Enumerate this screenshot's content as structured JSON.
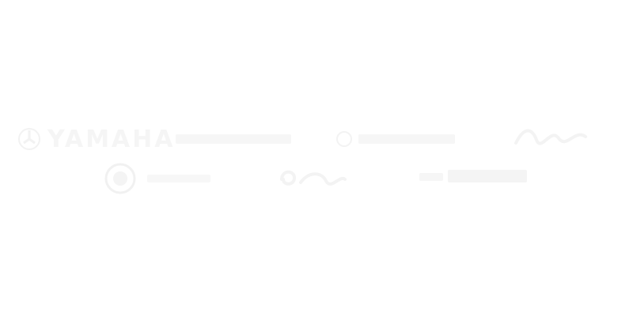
{
  "logos": {
    "yamaha": {
      "name": "YAMAHA",
      "icon": "yamaha-tuning-forks-icon"
    },
    "logo_2": {
      "name": "",
      "icon": "wordmark-logo"
    },
    "logo_3": {
      "name": "",
      "icon": "emblem-logo"
    },
    "logo_4": {
      "name": "",
      "icon": "script-wordmark-logo"
    },
    "logo_5": {
      "name": "",
      "icon": "circular-badge-logo"
    },
    "logo_6": {
      "name": "",
      "icon": "script-wordmark-logo"
    },
    "logo_7": {
      "name": "",
      "icon": "wordmark-logo"
    }
  },
  "colors": {
    "background": "#ffffff",
    "logo_tint": "#f5f5f5"
  }
}
